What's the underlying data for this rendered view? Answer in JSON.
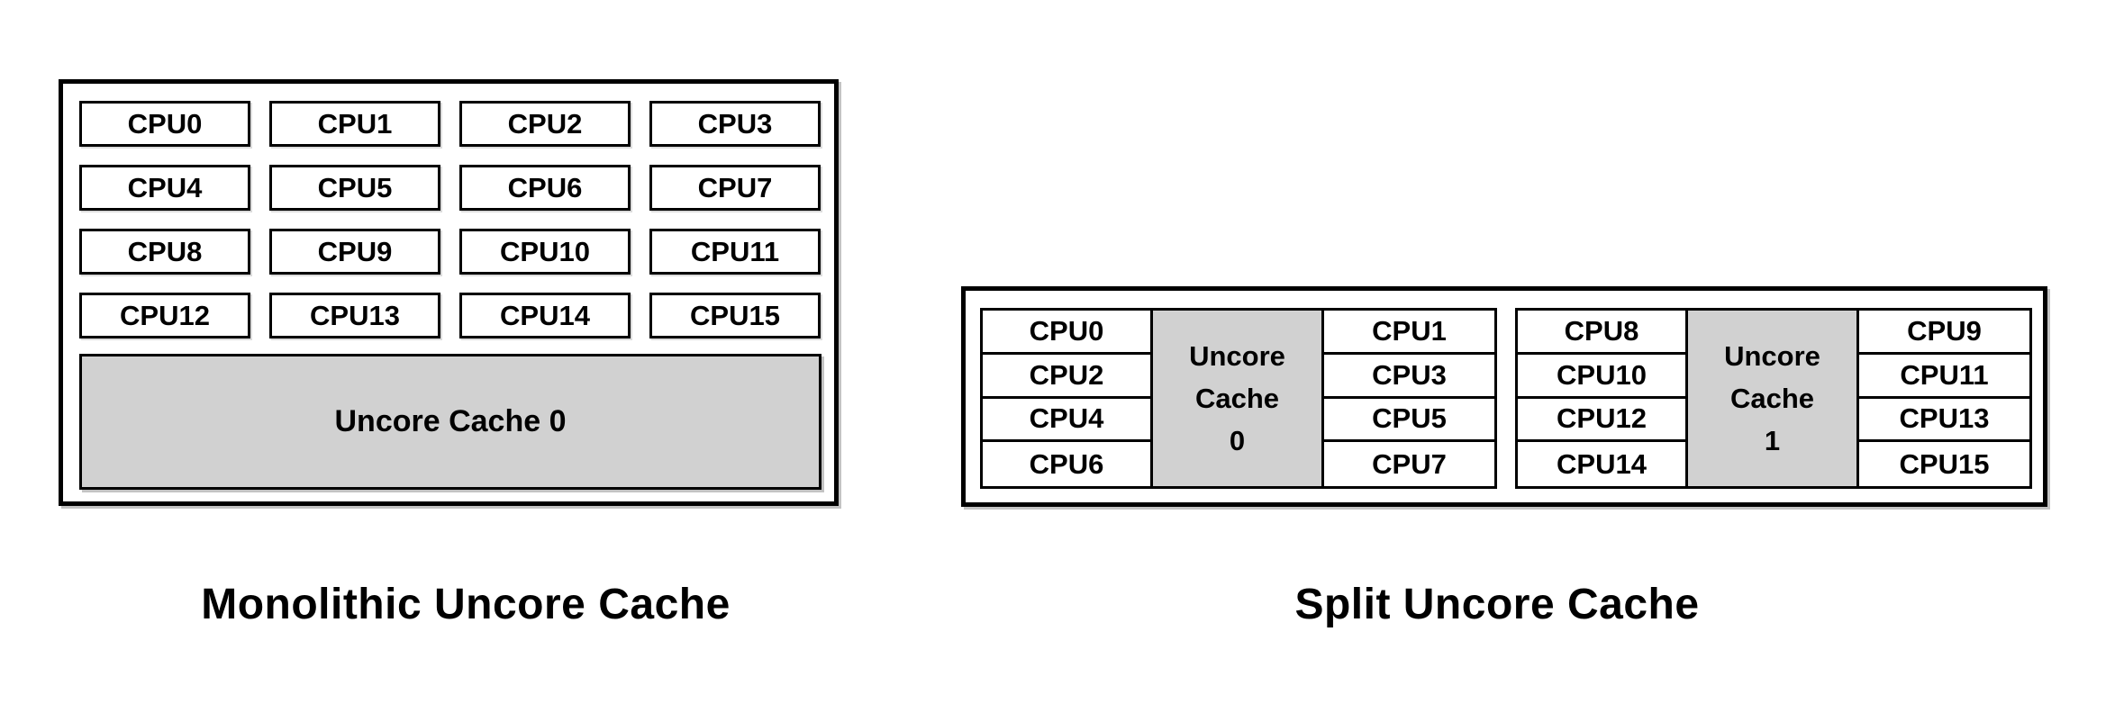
{
  "colors": {
    "ink": "#000000",
    "cache_fill": "#d1d1d1",
    "paper": "#ffffff"
  },
  "monolithic": {
    "caption": "Monolithic Uncore Cache",
    "cache_label": "Uncore Cache 0",
    "cpu_rows": [
      [
        "CPU0",
        "CPU1",
        "CPU2",
        "CPU3"
      ],
      [
        "CPU4",
        "CPU5",
        "CPU6",
        "CPU7"
      ],
      [
        "CPU8",
        "CPU9",
        "CPU10",
        "CPU11"
      ],
      [
        "CPU12",
        "CPU13",
        "CPU14",
        "CPU15"
      ]
    ]
  },
  "split": {
    "caption": "Split Uncore Cache",
    "groups": [
      {
        "left_cpus": [
          "CPU0",
          "CPU2",
          "CPU4",
          "CPU6"
        ],
        "cache_lines": [
          "Uncore",
          "Cache",
          "0"
        ],
        "right_cpus": [
          "CPU1",
          "CPU3",
          "CPU5",
          "CPU7"
        ]
      },
      {
        "left_cpus": [
          "CPU8",
          "CPU10",
          "CPU12",
          "CPU14"
        ],
        "cache_lines": [
          "Uncore",
          "Cache",
          "1"
        ],
        "right_cpus": [
          "CPU9",
          "CPU11",
          "CPU13",
          "CPU15"
        ]
      }
    ]
  }
}
